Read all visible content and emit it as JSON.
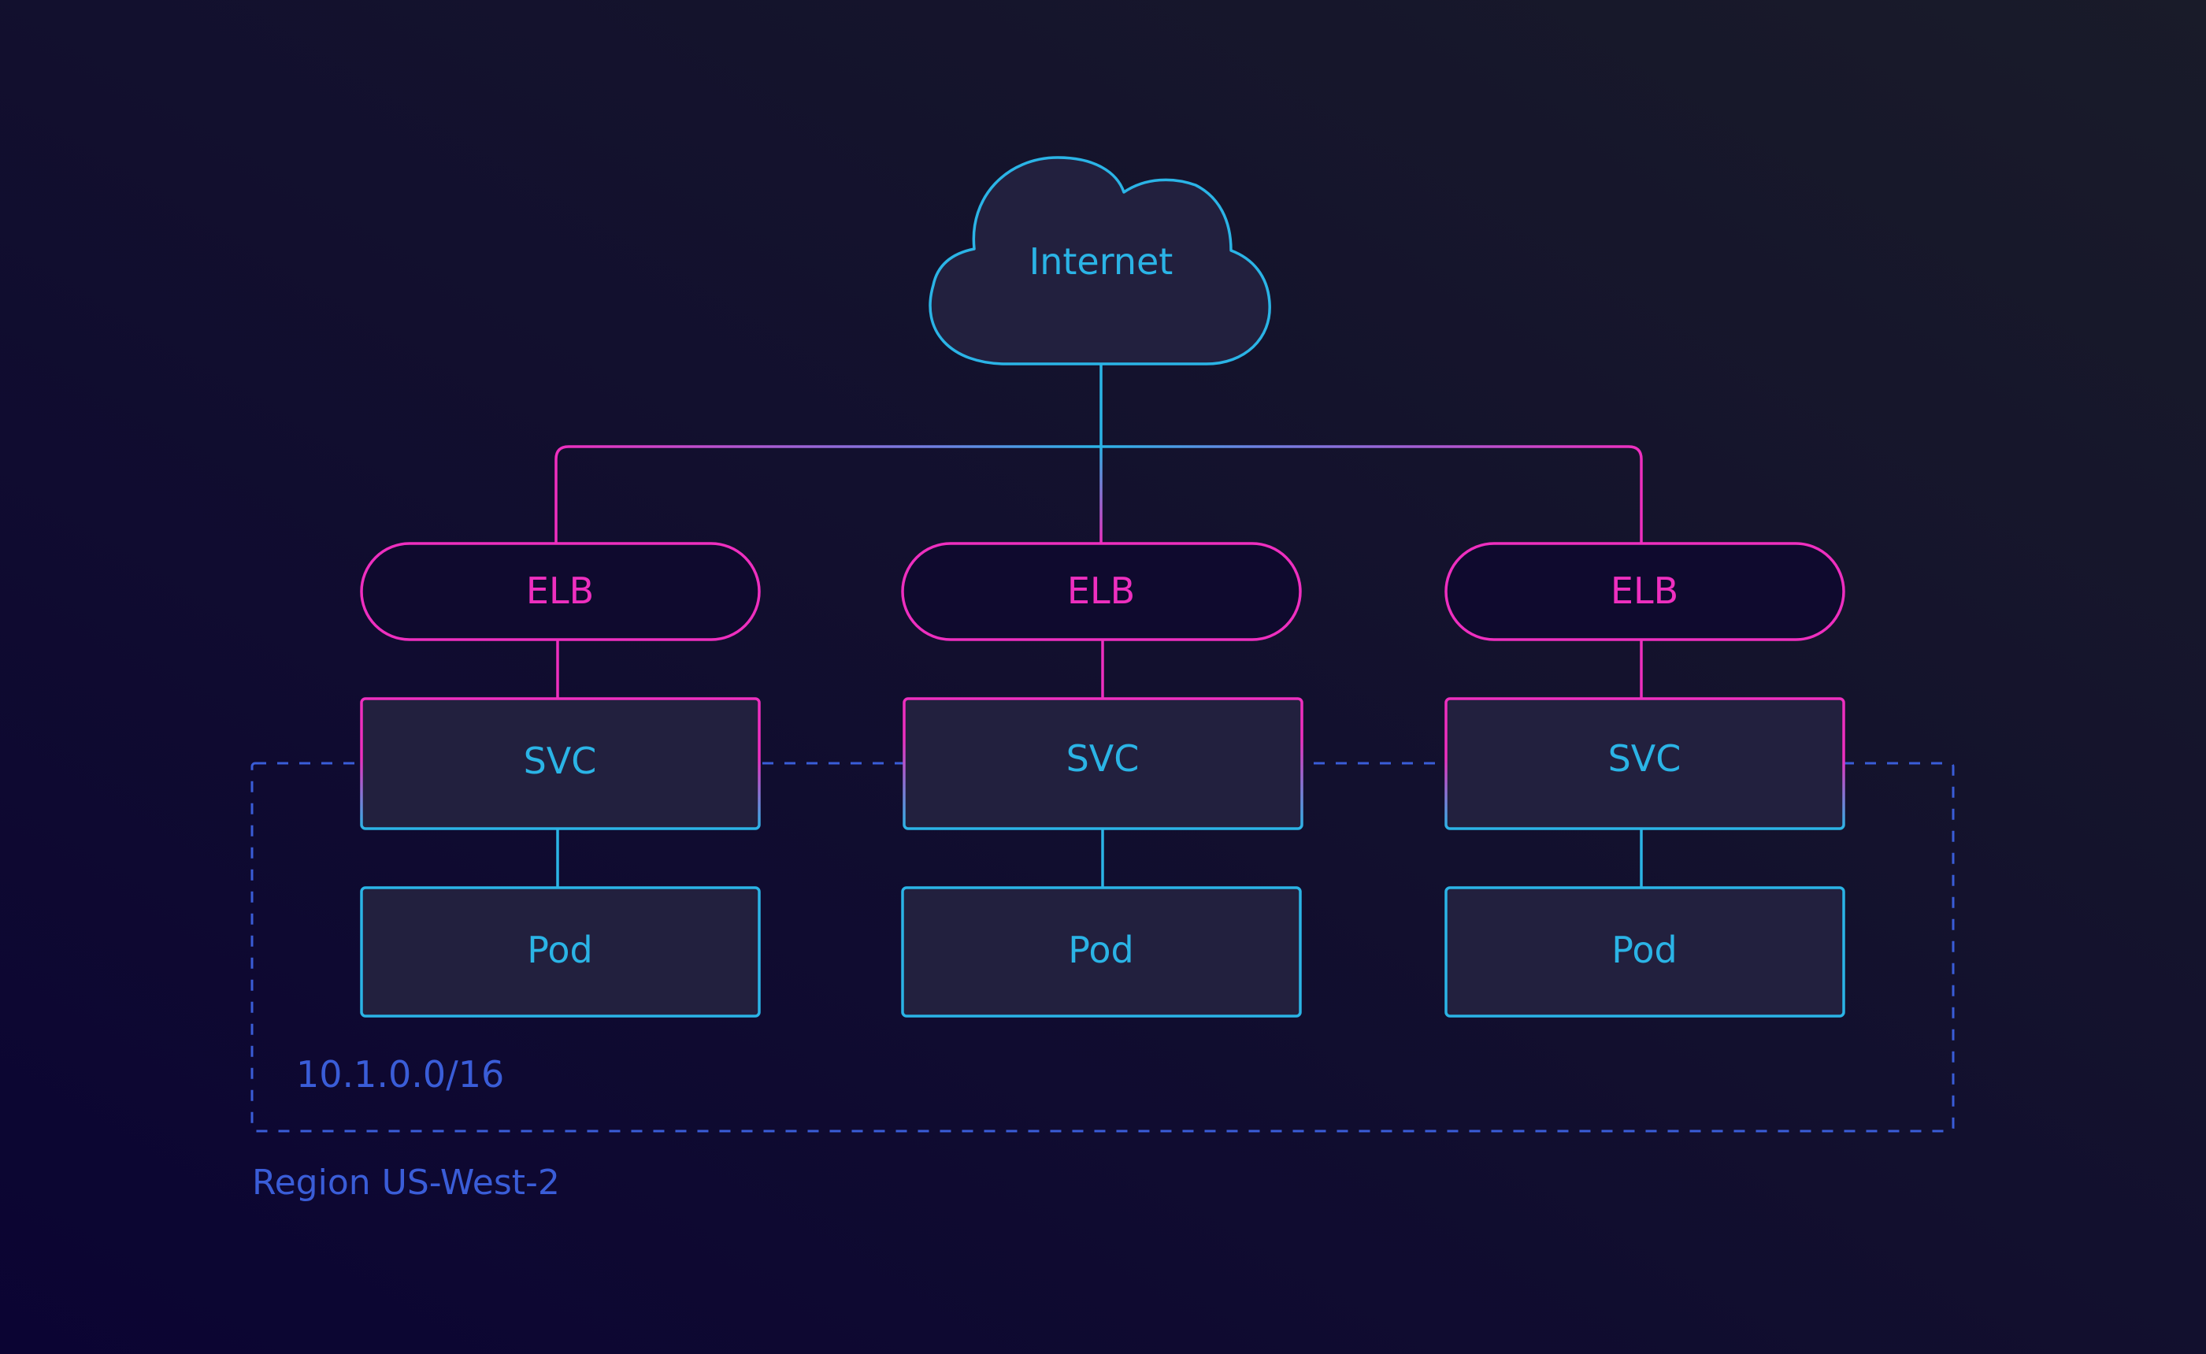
{
  "internet": {
    "label": "Internet"
  },
  "columns": [
    {
      "elb": "ELB",
      "svc": "SVC",
      "pod": "Pod"
    },
    {
      "elb": "ELB",
      "svc": "SVC",
      "pod": "Pod"
    },
    {
      "elb": "ELB",
      "svc": "SVC",
      "pod": "Pod"
    }
  ],
  "network": {
    "cidr": "10.1.0.0/16"
  },
  "region": {
    "label": "Region US-West-2"
  },
  "colors": {
    "background_start": "#0b0433",
    "background_end": "#191b29",
    "cyan": "#2bb4e6",
    "magenta": "#ee2fbf",
    "blue": "#3a5dd8",
    "box_fill": "#22203e"
  }
}
